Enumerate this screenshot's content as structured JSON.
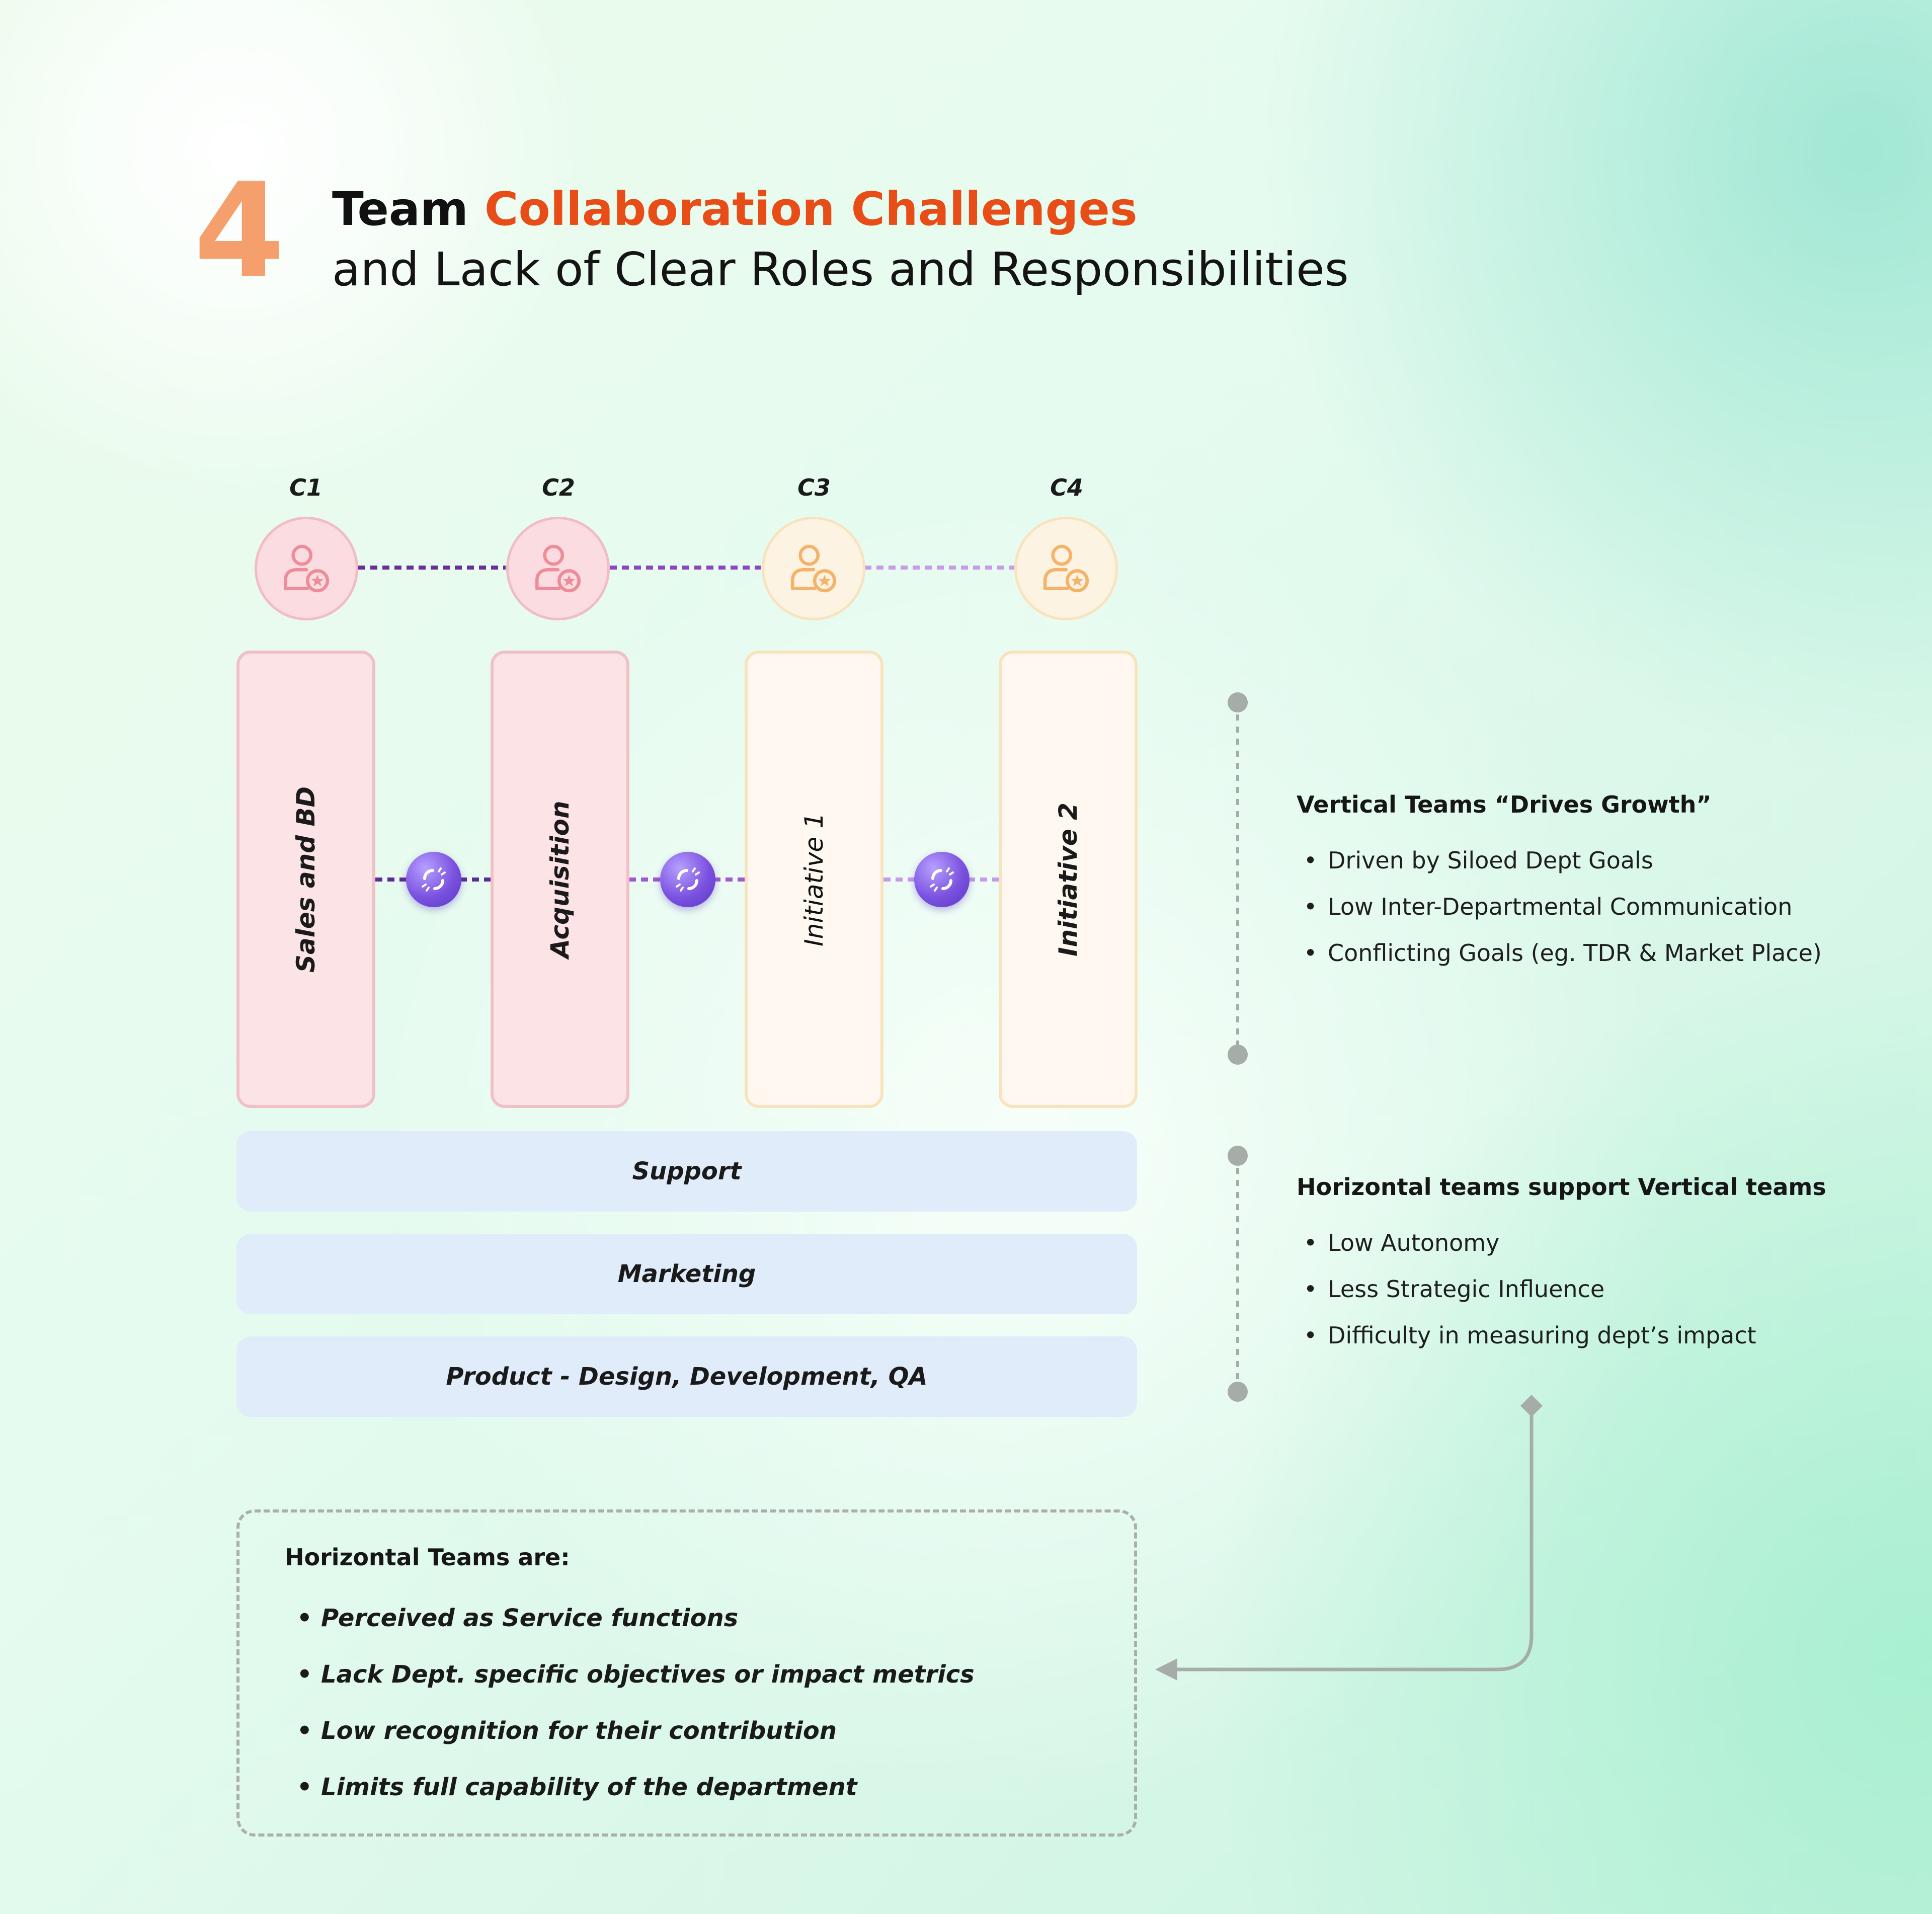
{
  "header": {
    "number": "4",
    "title_plain": "Team ",
    "title_accent": "Collaboration Challenges",
    "subtitle": "and Lack of Clear Roles and Responsibilities"
  },
  "columns": [
    {
      "label": "C1",
      "bar_label": "Sales and BD"
    },
    {
      "label": "C2",
      "bar_label": "Acquisition"
    },
    {
      "label": "C3",
      "bar_label": "Initiative 1"
    },
    {
      "label": "C4",
      "bar_label": "Initiative 2"
    }
  ],
  "horizontal_bars": [
    "Support",
    "Marketing",
    "Product - Design, Development, QA"
  ],
  "vertical_panel": {
    "heading": "Vertical Teams “Drives Growth”",
    "items": [
      "Driven by Siloed Dept Goals",
      "Low Inter-Departmental Communication",
      "Conflicting Goals (eg. TDR & Market Place)"
    ]
  },
  "horizontal_panel": {
    "heading": "Horizontal teams support Vertical teams",
    "items": [
      "Low Autonomy",
      "Less Strategic Influence",
      "Difficulty in measuring dept’s impact"
    ]
  },
  "note": {
    "heading": "Horizontal Teams are:",
    "items": [
      "Perceived as Service functions",
      "Lack Dept. specific objectives or impact metrics",
      "Low recognition for their contribution",
      "Limits full capability of the department"
    ]
  },
  "colors": {
    "accent": "#e84d18",
    "number": "#f59f6c",
    "pink_fill": "#fbe3e6",
    "cream_fill": "#fef8f0",
    "link_purple": "#6a3fd4",
    "hbar_fill": "#e1ecfb"
  },
  "icons": {
    "avatar": "person-star-icon",
    "link": "broken-link-icon"
  }
}
